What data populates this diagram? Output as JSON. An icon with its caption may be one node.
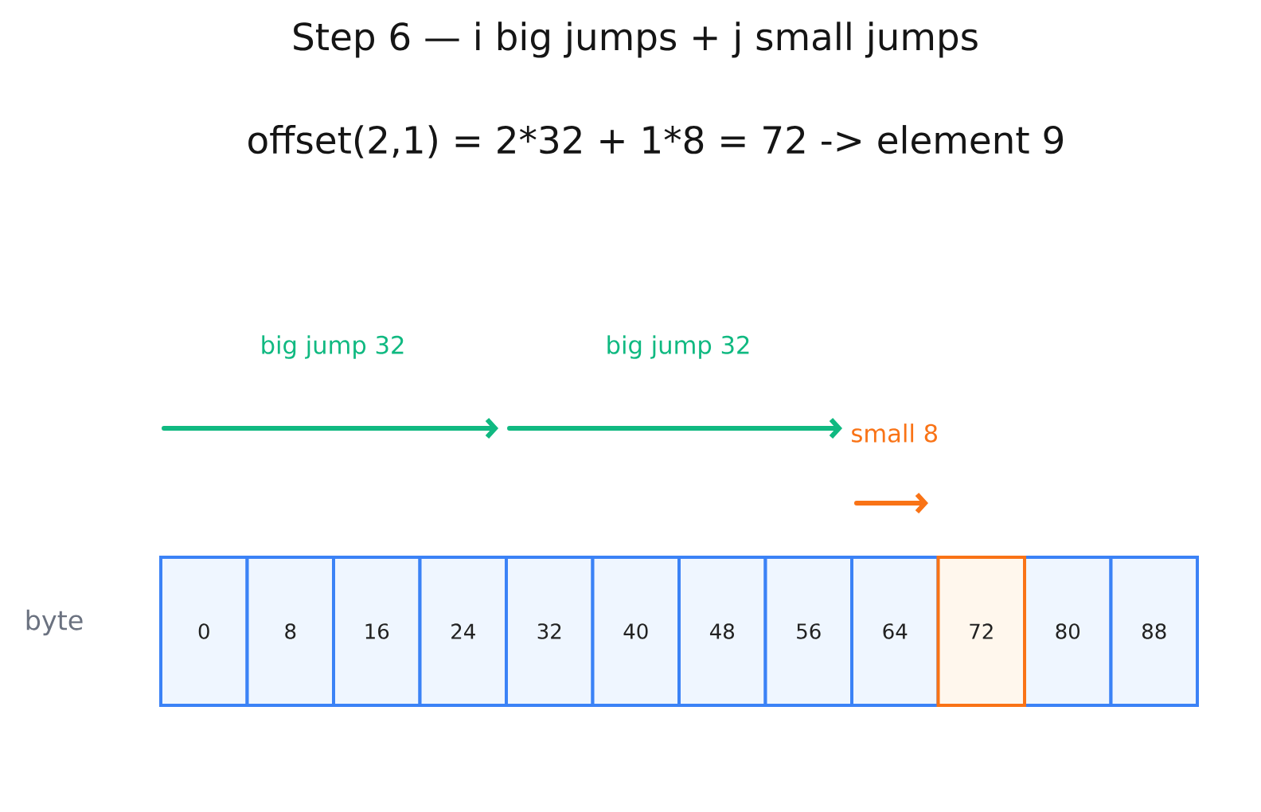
{
  "diagram": {
    "title": "Step 6 — i big jumps + j small jumps",
    "nodes": [
      {
        "text": [
          "0"
        ]
      },
      {
        "text": [
          "8"
        ]
      },
      {
        "text": [
          "16"
        ]
      },
      {
        "text": [
          "24"
        ]
      },
      {
        "text": [
          "32"
        ]
      },
      {
        "text": [
          "40"
        ]
      },
      {
        "text": [
          "48"
        ]
      },
      {
        "text": [
          "56"
        ]
      },
      {
        "text": [
          "64"
        ]
      },
      {
        "text": [
          "72"
        ]
      },
      {
        "text": [
          "80"
        ]
      },
      {
        "text": [
          "88"
        ]
      }
    ],
    "labels": [
      "offset(2,1) = 2*32 + 1*8 = 72  ->  element 9",
      "big jump 32",
      "big jump 32",
      "small 8",
      "byte"
    ]
  }
}
